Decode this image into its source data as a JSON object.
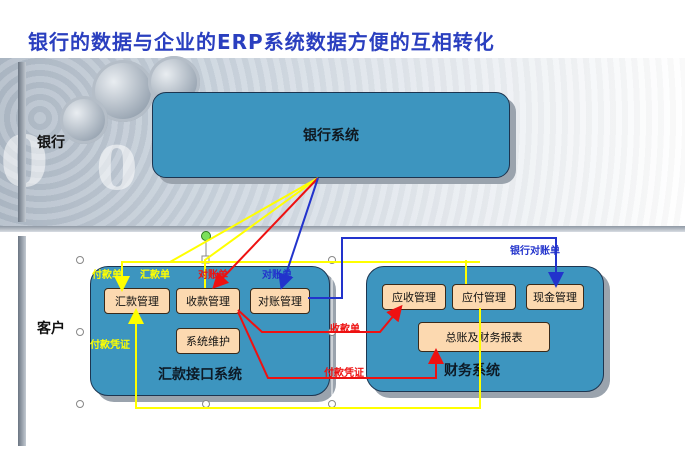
{
  "title": "银行的数据与企业的ERP系统数据方便的互相转化",
  "lanes": {
    "bank": "银行",
    "client": "客户"
  },
  "systems": {
    "bank": "银行系统",
    "remit": "汇款接口系统",
    "finance": "财务系统"
  },
  "modules": {
    "remit_mgmt": "汇款管理",
    "collect_mgmt": "收款管理",
    "reconcile_mgmt": "对账管理",
    "sys_maint": "系统维护",
    "receivable": "应收管理",
    "payable": "应付管理",
    "cash": "现金管理",
    "ledger": "总账及财务报表"
  },
  "flow_labels": {
    "payment_order": "付款单",
    "remit_order": "汇款单",
    "reconcile_order": "对账单",
    "payment_voucher_left": "付款凭证",
    "collect_order": "收款单",
    "payment_voucher": "付款凭证",
    "bank_reconcile": "银行对账单"
  },
  "colors": {
    "title": "#2a3fbf",
    "system_fill": "#3d95bf",
    "module_fill": "#fcd9b0",
    "yellow_flow": "#ffff00",
    "red_flow": "#ee1111",
    "blue_flow": "#2233cc"
  }
}
